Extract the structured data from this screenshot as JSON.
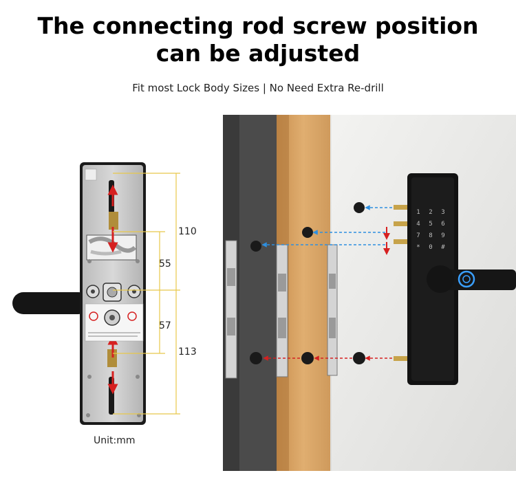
{
  "header": {
    "title_line1": "The connecting rod screw position",
    "title_line2": "can be adjusted",
    "subtitle": "Fit most Lock Body Sizes | No Need Extra Re-drill"
  },
  "dimensions": {
    "d110": "110",
    "d55": "55",
    "d57": "57",
    "d113": "113",
    "unit_label": "Unit:mm"
  },
  "keypad": {
    "keys": [
      "1",
      "2",
      "3",
      "4",
      "5",
      "6",
      "7",
      "8",
      "9",
      "*",
      "0",
      "#"
    ]
  },
  "colors": {
    "dimension_line": "#e8c84a",
    "arrow_red": "#d62020",
    "arrow_blue": "#2d8fe0",
    "lock_black": "#121212",
    "panel_silver": "#c9c9c9"
  }
}
